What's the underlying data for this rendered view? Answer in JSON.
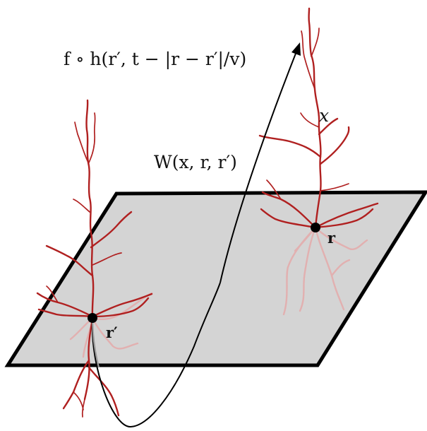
{
  "labels": {
    "transfer_function": "f ∘ h(r′, t − |r − r′|/v)",
    "connectivity_kernel": "W(x, r, r′)",
    "target_point": "x",
    "soma_r": "r",
    "soma_r_prime": "r′"
  },
  "colors": {
    "plane_fill": "#d4d4d4",
    "plane_stroke": "#000000",
    "neuron": "#b02020",
    "neuron_faint": "#e2b0b0",
    "axon_curve": "#000000"
  }
}
